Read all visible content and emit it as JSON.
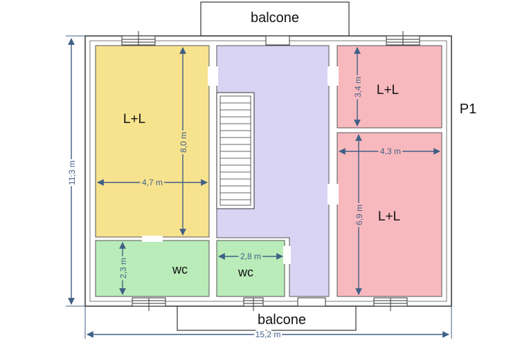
{
  "plan": {
    "floor_label": "P1",
    "balcony_top_label": "balcone",
    "balcony_bottom_label": "balcone",
    "overall_height": "11,3 m",
    "overall_width": "15,2 m",
    "rooms": {
      "left_large": {
        "label": "L+L",
        "width": "4,7 m",
        "depth": "8,0 m",
        "color": "#f7e28e"
      },
      "right_small": {
        "label": "L+L",
        "depth": "3,4 m",
        "color": "#f8b9be"
      },
      "right_large": {
        "label": "L+L",
        "width": "4,3 m",
        "depth": "6,9 m",
        "color": "#f8b9be"
      },
      "wc_left": {
        "label": "wc",
        "depth": "2,3 m",
        "color": "#b9ecb8"
      },
      "wc_center": {
        "label": "wc",
        "width": "2,8 m",
        "color": "#b9ecb8"
      },
      "hall": {
        "color": "#d9d3f4"
      }
    },
    "colors": {
      "wall": "#ffffff",
      "wall_stroke": "#333333",
      "dimension": "#3f5f86"
    }
  }
}
